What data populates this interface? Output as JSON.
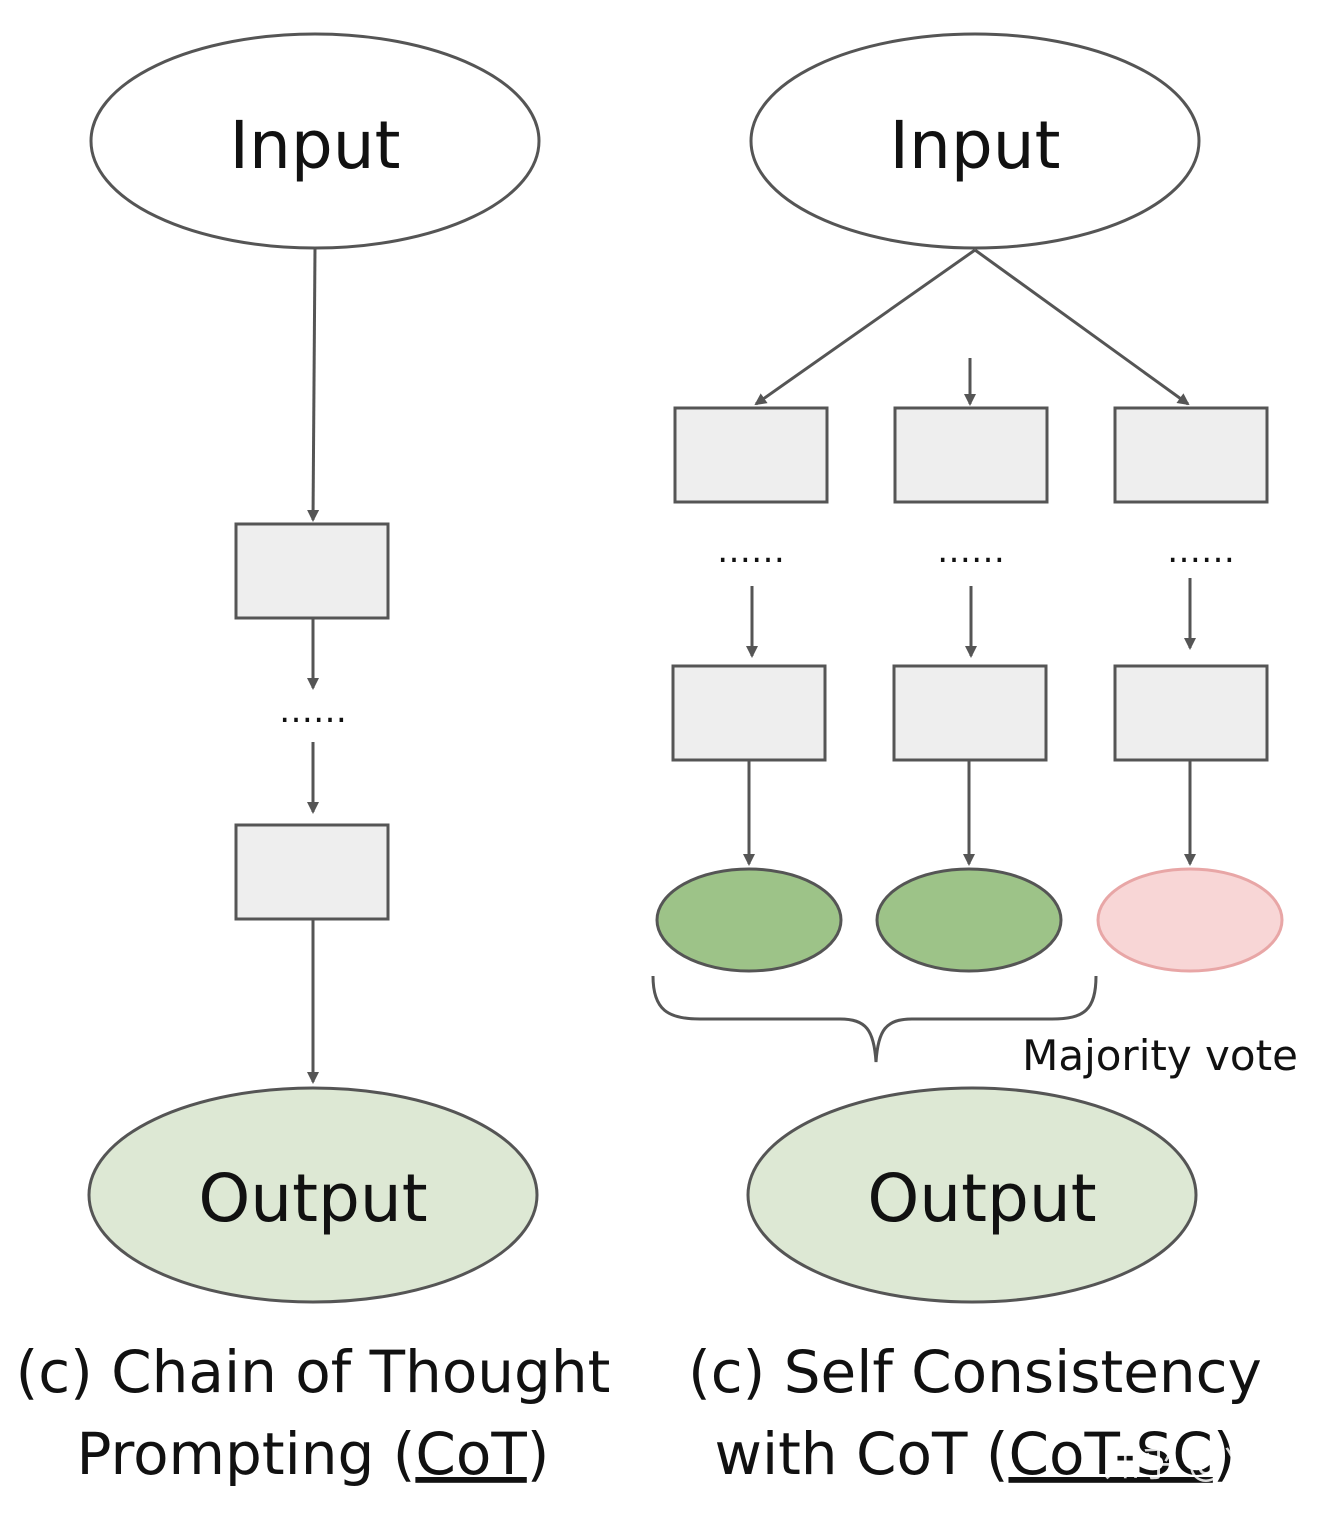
{
  "left": {
    "input_label": "Input",
    "output_label": "Output",
    "ellipsis": "……",
    "caption_line1": "(c) Chain of Thought",
    "caption_line2_pre": "Prompting (",
    "caption_line2_link": "CoT",
    "caption_line2_post": ")"
  },
  "right": {
    "input_label": "Input",
    "output_label": "Output",
    "ellipsis": "……",
    "vote_label": "Majority vote",
    "caption_line1": "(c) Self Consistency",
    "caption_line2_pre": "with CoT (",
    "caption_line2_link": "CoT-SC",
    "caption_line2_post": ")"
  },
  "watermark": "知乎 @冷眸",
  "colors": {
    "box_fill": "#eeeeee",
    "stroke": "#555555",
    "output_fill": "#dde8d4",
    "answer_green": "#9dc388",
    "answer_pink": "#f8d6d6",
    "answer_pink_stroke": "#e8a6a6"
  }
}
